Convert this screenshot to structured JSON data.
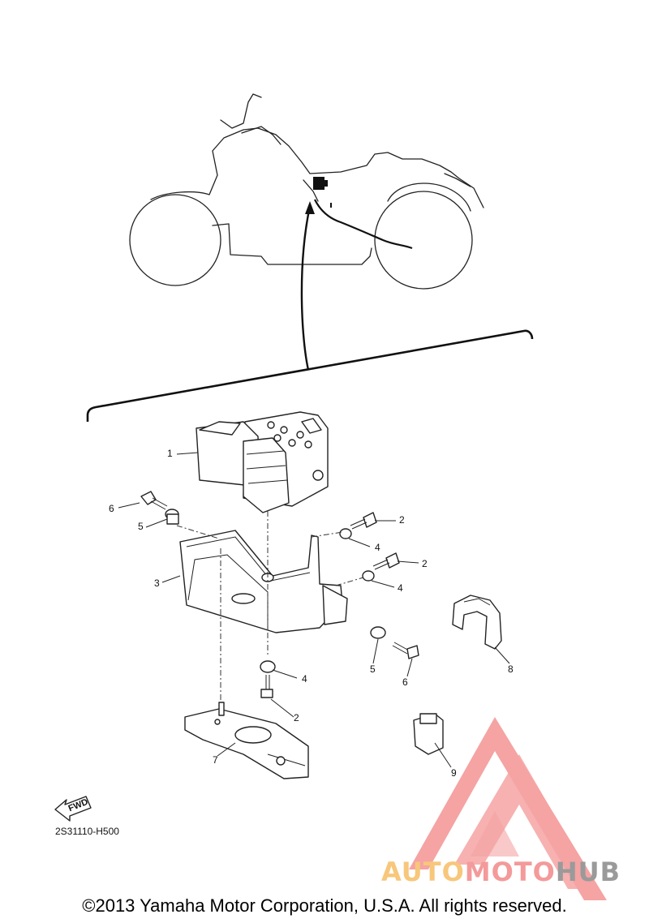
{
  "diagram": {
    "callouts": [
      {
        "id": "c1",
        "label": "1"
      },
      {
        "id": "c2a",
        "label": "2"
      },
      {
        "id": "c2b",
        "label": "2"
      },
      {
        "id": "c2c",
        "label": "2"
      },
      {
        "id": "c3",
        "label": "3"
      },
      {
        "id": "c4a",
        "label": "4"
      },
      {
        "id": "c4b",
        "label": "4"
      },
      {
        "id": "c4c",
        "label": "4"
      },
      {
        "id": "c5a",
        "label": "5"
      },
      {
        "id": "c5b",
        "label": "5"
      },
      {
        "id": "c6a",
        "label": "6"
      },
      {
        "id": "c6b",
        "label": "6"
      },
      {
        "id": "c7",
        "label": "7"
      },
      {
        "id": "c8",
        "label": "8"
      },
      {
        "id": "c9",
        "label": "9"
      }
    ],
    "fwd_label": "FWD",
    "diagram_code": "2S31110-H500",
    "copyright": "©2013 Yamaha Motor Corporation, U.S.A. All rights reserved."
  },
  "watermark": {
    "part_a": "AUTO",
    "part_b": "MOTO",
    "part_c": "HUB",
    "colors": {
      "logo_red": "#f49a9a",
      "auto_yellow": "#f7c77b",
      "hub_gray": "#9a9a9a"
    }
  }
}
